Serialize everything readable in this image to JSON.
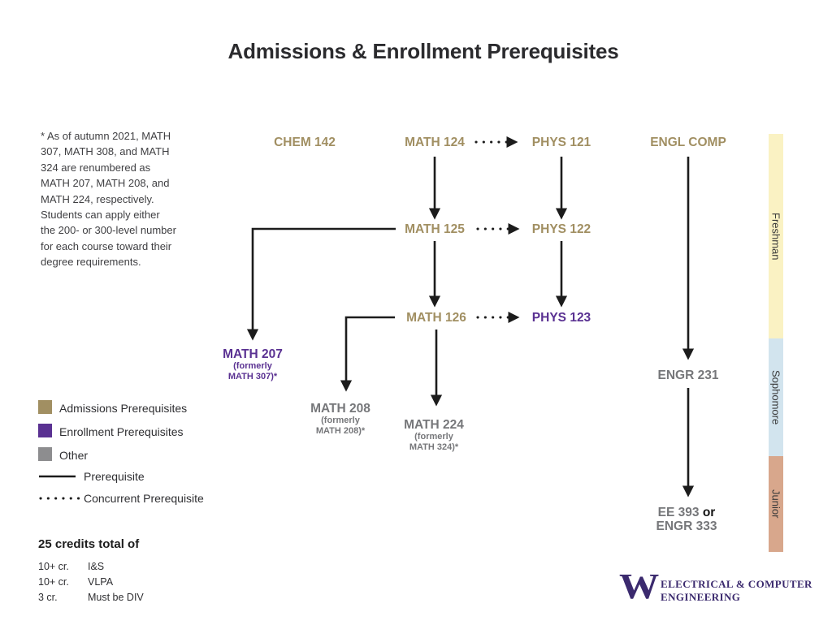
{
  "title": "Admissions & Enrollment Prerequisites",
  "note": "* As of autumn 2021, MATH 307, MATH 308, and MATH 324 are renumbered as MATH 207, MATH 208, and MATH 224, respectively. Students can apply either the 200- or 300-level number for each course toward their degree requirements.",
  "colors": {
    "admissions": "#a18f62",
    "enrollment": "#5a3192",
    "other": "#8d8d8f",
    "arrow": "#1c1c1c",
    "freshman_bg": "#faf2c3",
    "sophomore_bg": "#d2e4ee",
    "junior_bg": "#d8a78c",
    "logo_purple": "#3b2a6e"
  },
  "nodes": {
    "chem142": {
      "label": "CHEM 142"
    },
    "math124": {
      "label": "MATH 124"
    },
    "phys121": {
      "label": "PHYS 121"
    },
    "engl_comp": {
      "label": "ENGL COMP"
    },
    "math125": {
      "label": "MATH 125"
    },
    "phys122": {
      "label": "PHYS 122"
    },
    "math126": {
      "label": "MATH 126"
    },
    "phys123": {
      "label": "PHYS 123"
    },
    "math207": {
      "label": "MATH 207",
      "sub1": "(formerly",
      "sub2": "MATH 307)*"
    },
    "math208": {
      "label": "MATH 208",
      "sub1": "(formerly",
      "sub2": "MATH 208)*"
    },
    "math224": {
      "label": "MATH 224",
      "sub1": "(formerly",
      "sub2": "MATH 324)*"
    },
    "engr231": {
      "label": "ENGR 231"
    },
    "ee393": {
      "course": "EE 393",
      "conj": "or",
      "alt": "ENGR 333"
    }
  },
  "timeline": {
    "freshman": "Freshman",
    "sophomore": "Sophomore",
    "junior": "Junior"
  },
  "legend": {
    "admissions": "Admissions Prerequisites",
    "enrollment": "Enrollment Prerequisites",
    "other": "Other",
    "prerequisite": "Prerequisite",
    "concurrent": "Concurrent Prerequisite"
  },
  "credits": {
    "heading": "25 credits total of",
    "rows": [
      {
        "amount": "10+ cr.",
        "label": "I&S"
      },
      {
        "amount": "10+ cr.",
        "label": "VLPA"
      },
      {
        "amount": "3 cr.",
        "label": "Must be DIV"
      }
    ]
  },
  "logo": {
    "w": "W",
    "line1": "ELECTRICAL & COMPUTER",
    "line2": "ENGINEERING"
  }
}
